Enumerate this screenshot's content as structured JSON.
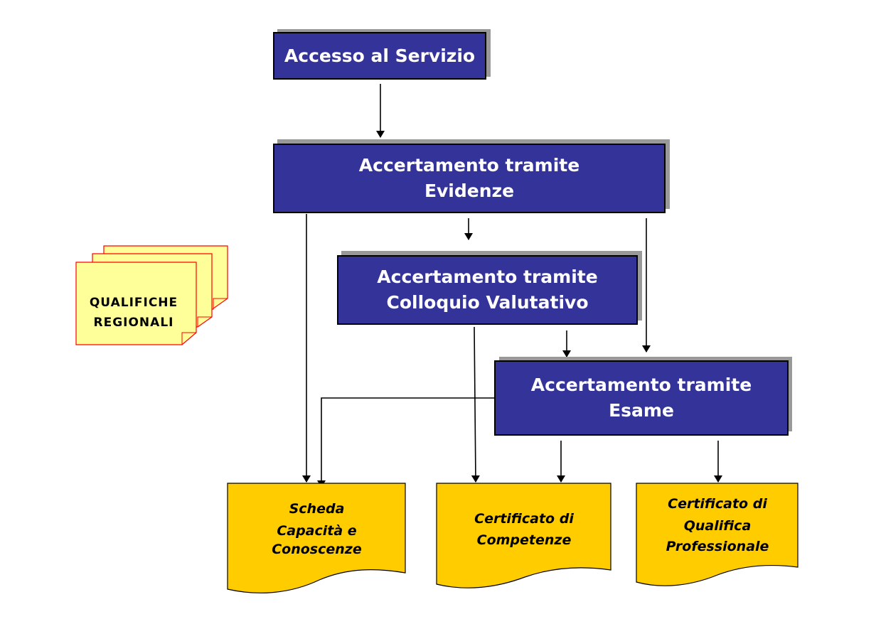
{
  "boxes": {
    "accesso": "Accesso al Servizio",
    "evidenze": [
      "Accertamento tramite",
      "Evidenze"
    ],
    "colloquio": [
      "Accertamento tramite",
      "Colloquio Valutativo"
    ],
    "esame": [
      "Accertamento tramite",
      "Esame"
    ]
  },
  "documents": {
    "scheda": [
      "Scheda",
      "Capacità e",
      "Conoscenze"
    ],
    "competenze": [
      "Certificato di",
      "Competenze"
    ],
    "qualifica": [
      "Certificato di",
      "Qualifica",
      "Professionale"
    ]
  },
  "note": [
    "QUALIFICHE",
    "REGIONALI"
  ],
  "colors": {
    "box_fill": "#333399",
    "box_shadow": "#999999",
    "document_fill": "#FFCC00",
    "note_fill": "#FFFF99",
    "note_border": "#FF0000"
  }
}
